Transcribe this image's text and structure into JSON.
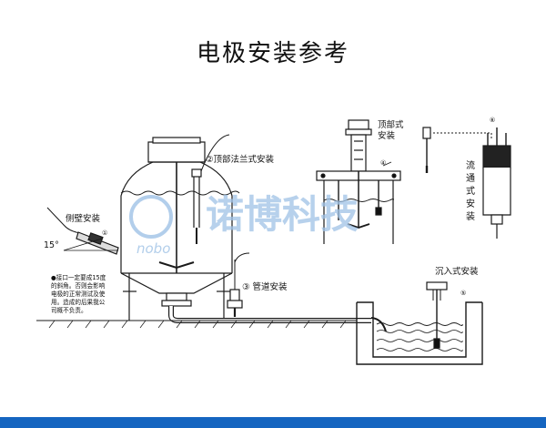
{
  "title": "电极安装参考",
  "labels": {
    "side_wall": "侧壁安装",
    "angle": "15°",
    "top_flange": "②顶部法兰式安装",
    "top_mount": [
      "顶部式",
      "安装"
    ],
    "pipeline": "③ 管道安装",
    "flow_through": [
      "流",
      "通",
      "式",
      "安",
      "装"
    ],
    "immersion": "沉入式安装"
  },
  "markers": [
    "①",
    "②",
    "③",
    "④",
    "⑤",
    "⑥"
  ],
  "note_lines": [
    "●接口一定要成15度",
    "的斜角。否则会影响",
    "电极的正常测试及使",
    "用。造成的后果我公",
    "司概不负责。"
  ],
  "watermark": {
    "main": "诺博科技",
    "sub": "nobo"
  },
  "colors": {
    "line": "#1a1a1a",
    "bar": "#1565c0",
    "watermark": "#9fc2e6",
    "liquid_dark": "#555555"
  }
}
